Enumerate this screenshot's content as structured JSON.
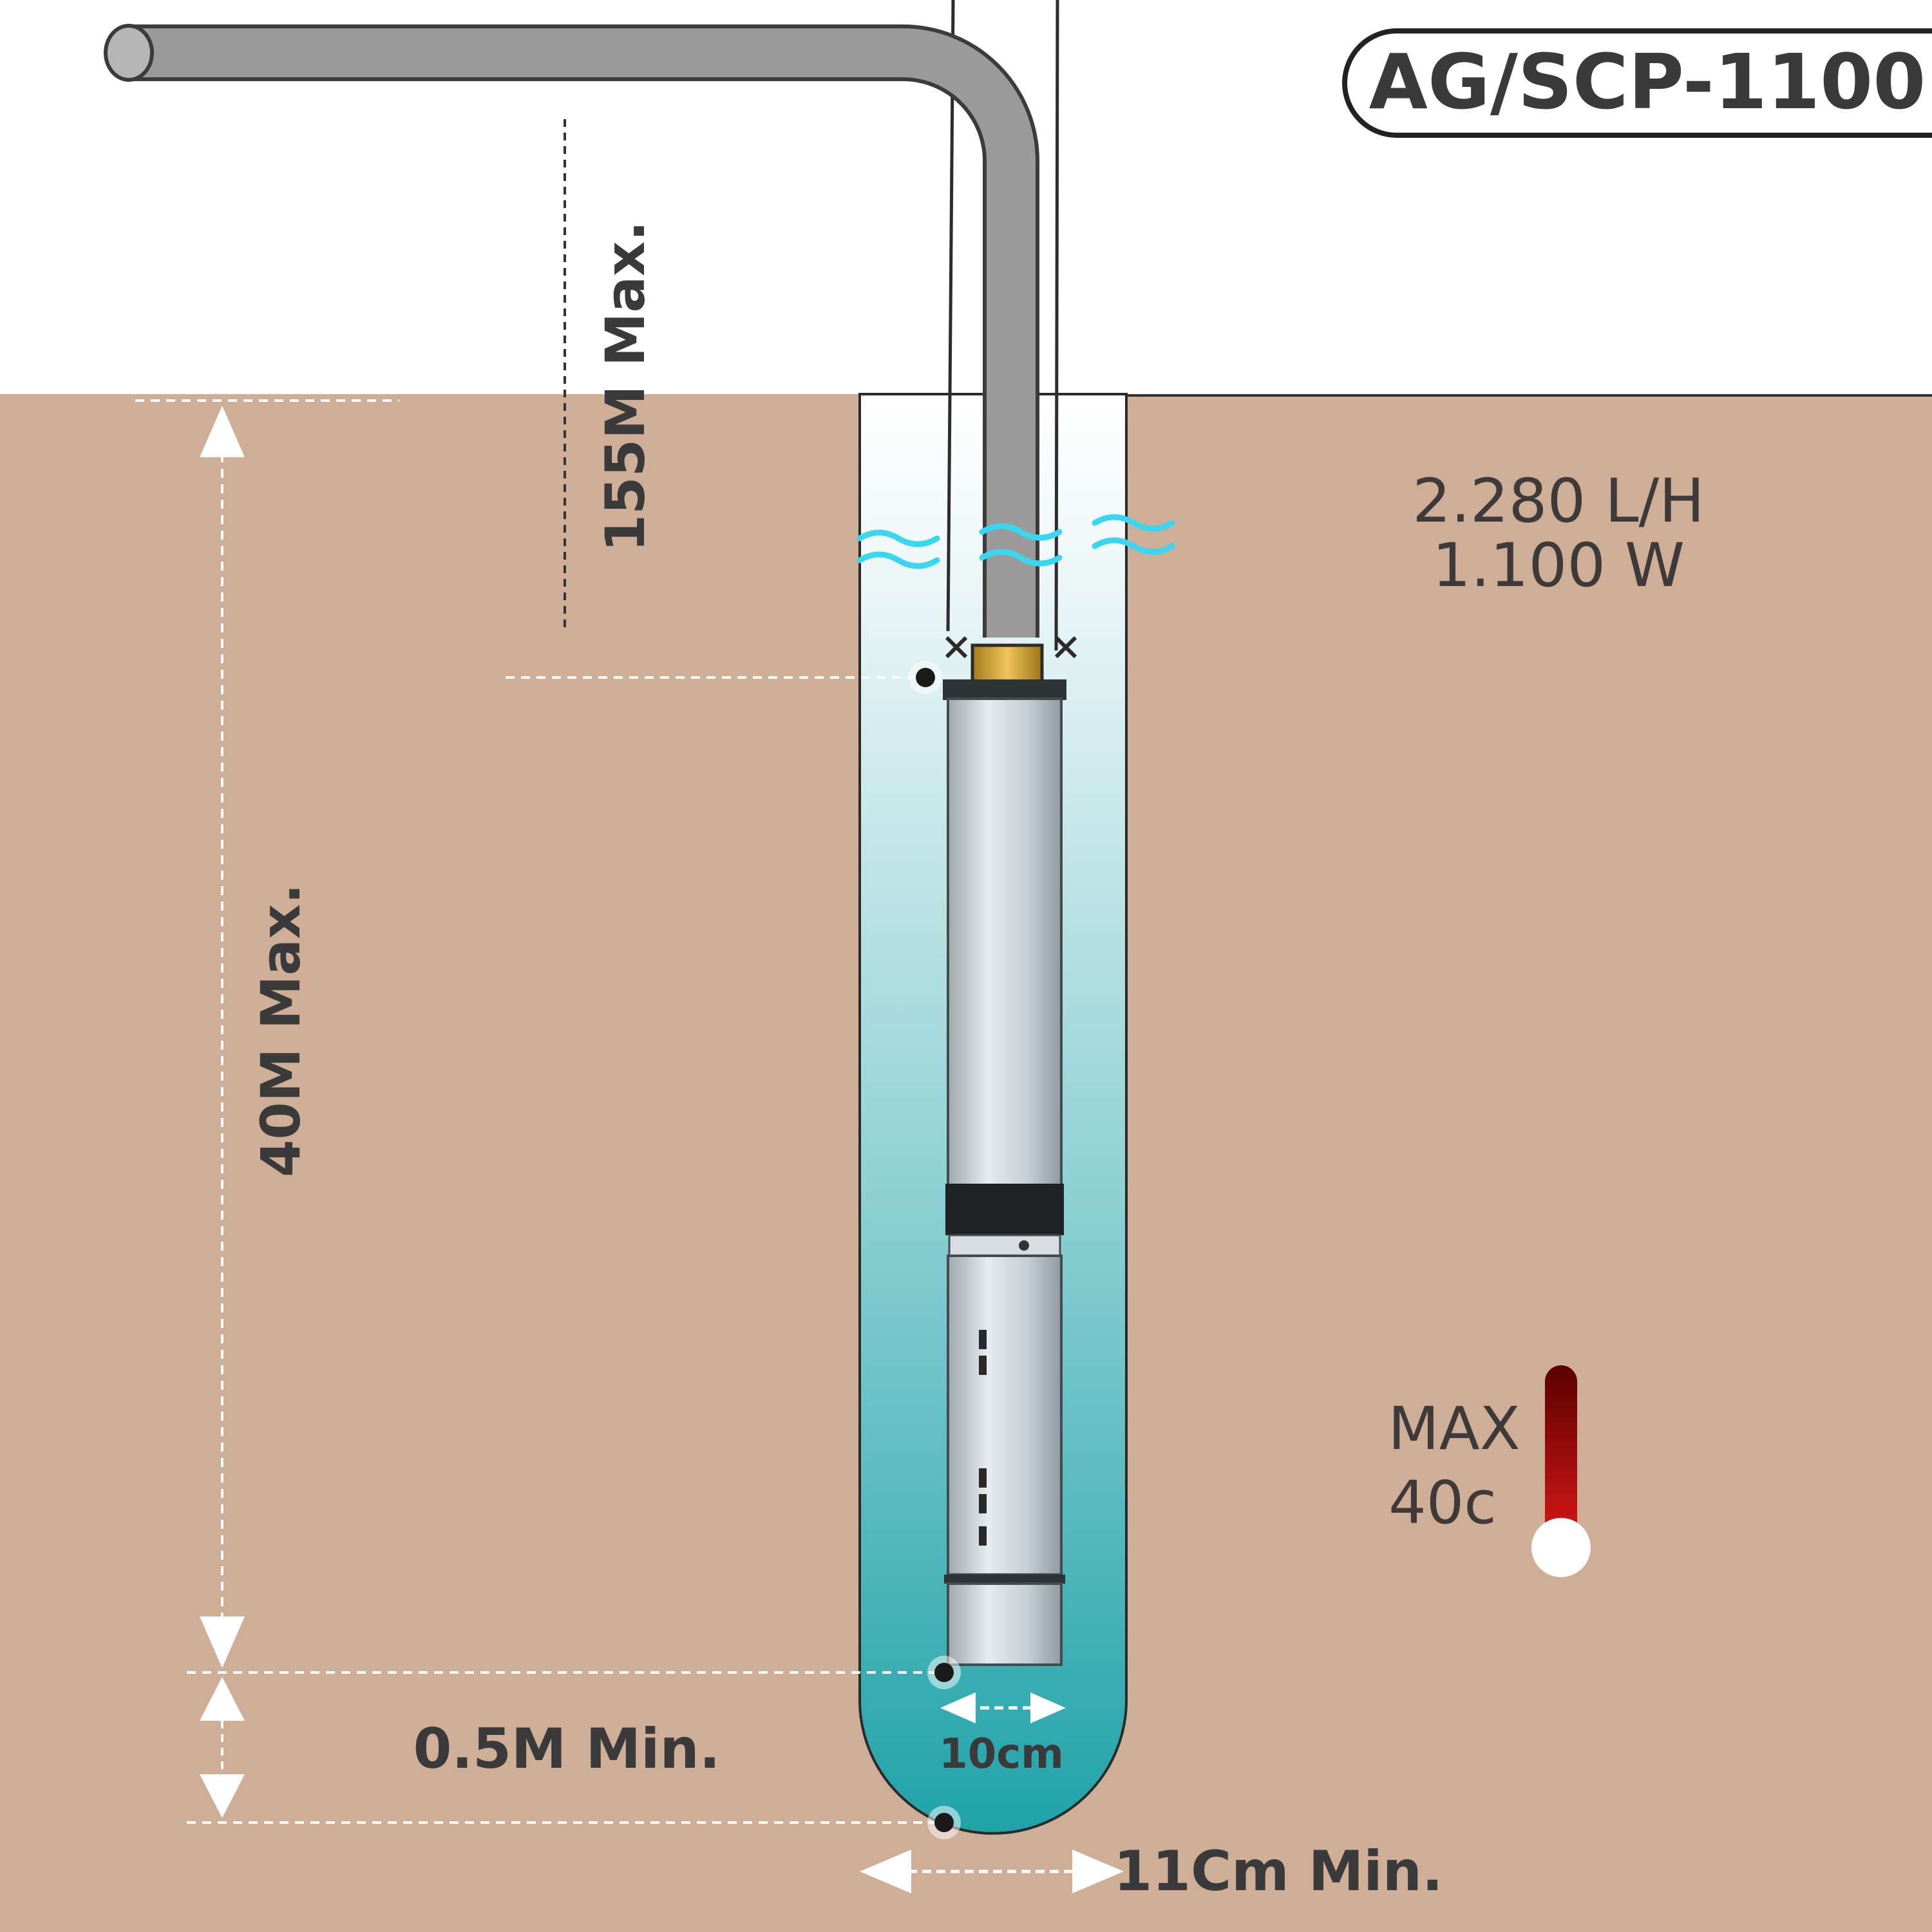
{
  "model_badge": {
    "text": "AG/SCP-1100"
  },
  "specs": {
    "flow": "2.280 L/H",
    "power": "1.100 W"
  },
  "dimensions": {
    "max_head": "155M  Max.",
    "max_depth": "40M Max.",
    "min_clearance": "0.5M Min.",
    "pump_diameter": "10cm",
    "min_well_diameter": "11Cm Min."
  },
  "temperature": {
    "line1": "MAX",
    "line2": "40c"
  },
  "colors": {
    "soil": "#ceae96",
    "sky": "#ffffff",
    "water_top": "#eef7f8",
    "water_bottom": "#1fa3a8",
    "pipe": "#9a9a9a",
    "pipe_outline": "#3b3b3b",
    "pump_body": "#c9d3d9",
    "brass": "#d6a93a",
    "thermo_hot": "#e01818",
    "thermo_dark": "#5a0000",
    "ripple": "#3ad6f0",
    "text": "#3d3a39"
  },
  "icons": [
    "thermometer-icon",
    "water-ripple-icon",
    "dimension-arrow-icon"
  ]
}
